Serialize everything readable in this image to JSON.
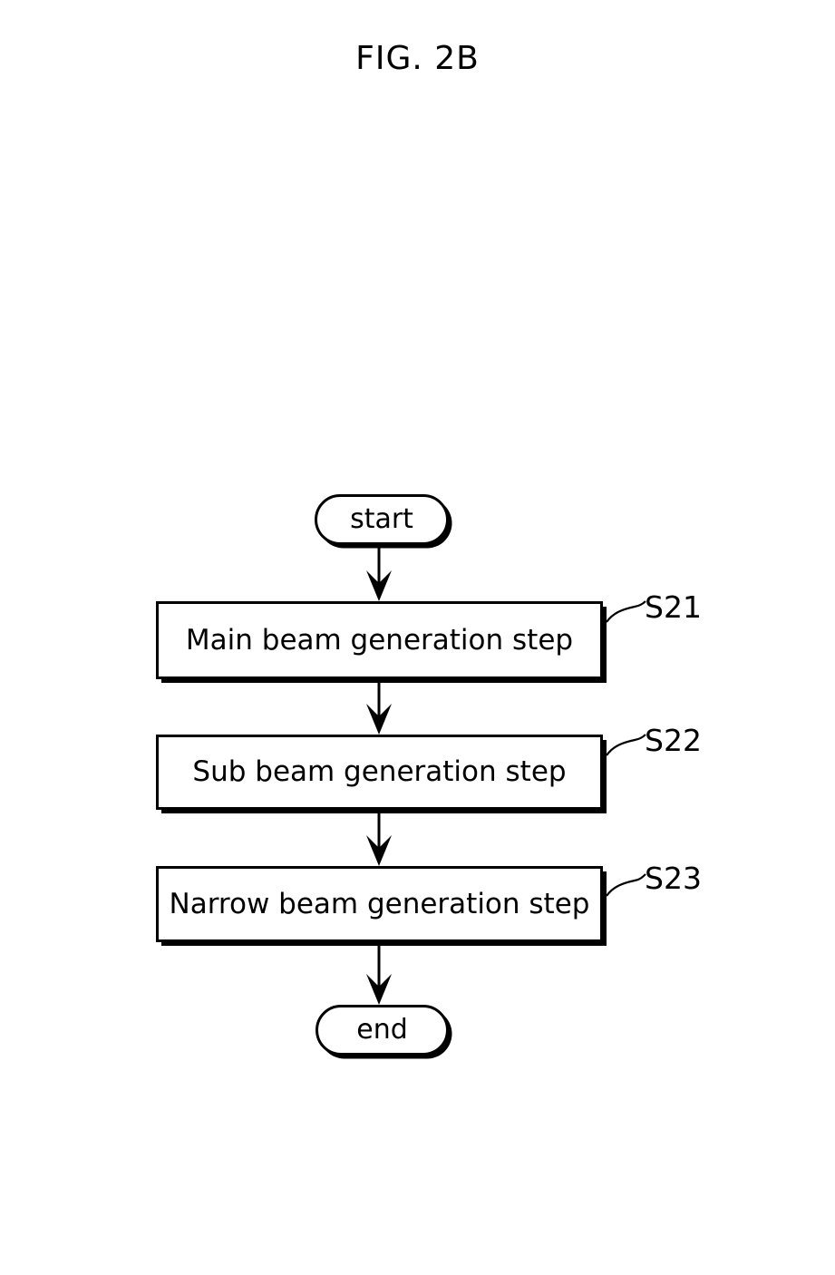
{
  "figure": {
    "title": "FIG. 2B",
    "type": "flowchart",
    "orientation": "vertical top-to-bottom",
    "ink_color": "#000000",
    "background_color": "#ffffff"
  },
  "flowchart": {
    "start_node": {
      "label": "start",
      "shape": "stadium"
    },
    "end_node": {
      "label": "end",
      "shape": "stadium"
    },
    "steps": [
      {
        "label": "Main beam generation step",
        "ref": "S21",
        "shape": "rectangle"
      },
      {
        "label": "Sub beam generation step",
        "ref": "S22",
        "shape": "rectangle"
      },
      {
        "label": "Narrow beam generation step",
        "ref": "S23",
        "shape": "rectangle"
      }
    ],
    "connectors": [
      {
        "from": "start",
        "to": "S21",
        "style": "arrow-down"
      },
      {
        "from": "S21",
        "to": "S22",
        "style": "arrow-down"
      },
      {
        "from": "S22",
        "to": "S23",
        "style": "arrow-down"
      },
      {
        "from": "S23",
        "to": "end",
        "style": "arrow-down"
      }
    ],
    "leader_lines": [
      {
        "ref": "S21",
        "style": "curved-leader"
      },
      {
        "ref": "S22",
        "style": "curved-leader"
      },
      {
        "ref": "S23",
        "style": "curved-leader"
      }
    ]
  }
}
